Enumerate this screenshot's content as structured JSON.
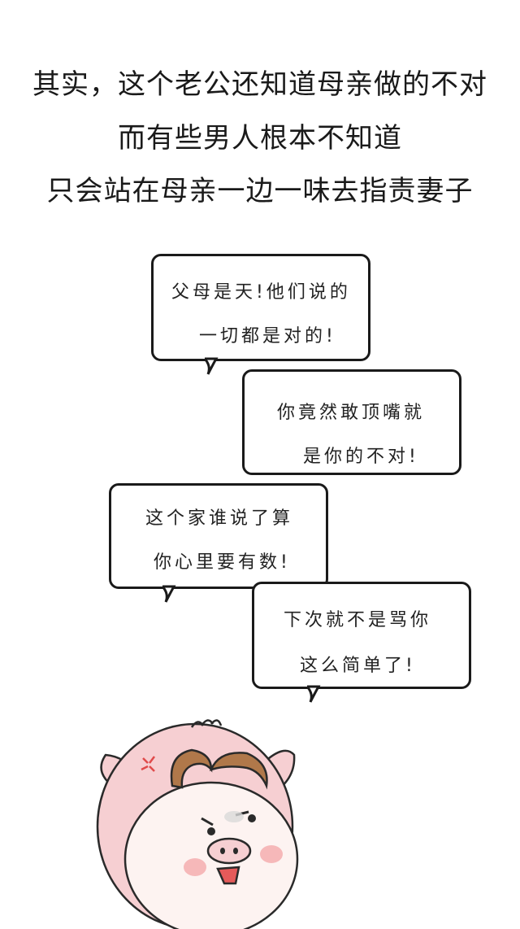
{
  "caption": {
    "line1": "其实，这个老公还知道母亲做的不对",
    "line2": "而有些男人根本不知道",
    "line3": "只会站在母亲一边一味去指责妻子"
  },
  "bubbles": [
    {
      "line1": "父母是天!他们说的",
      "line2": "一切都是对的!"
    },
    {
      "line1": "你竟然敢顶嘴就",
      "line2": "是你的不对!"
    },
    {
      "line1": "这个家谁说了算",
      "line2": "你心里要有数!"
    },
    {
      "line1": "下次就不是骂你",
      "line2": "这么简单了!"
    }
  ],
  "colors": {
    "pig_pink": "#f6cfd2",
    "pig_face": "#fdf3f1",
    "mustache": "#b0784a",
    "cheek": "#f4a9ab"
  }
}
